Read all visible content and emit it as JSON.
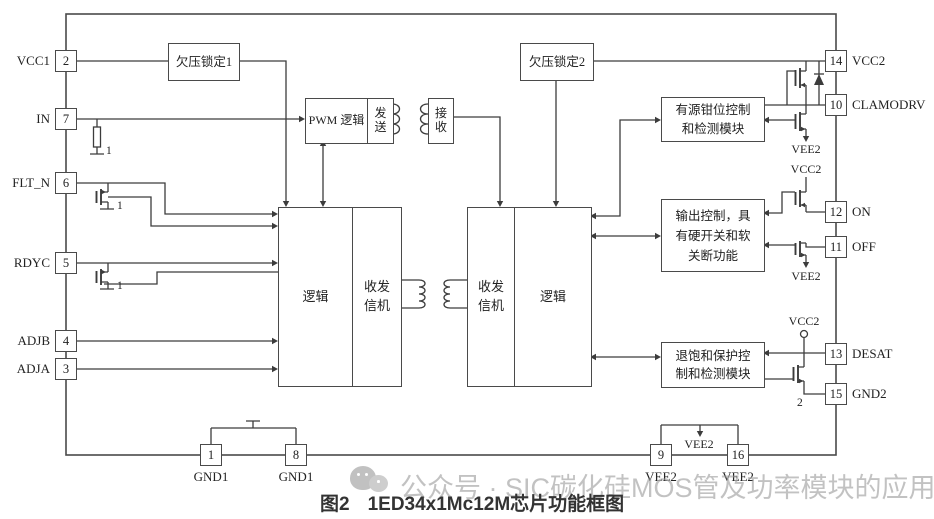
{
  "figure": {
    "caption_prefix": "图2",
    "caption_title": "1ED34x1Mc12M芯片功能框图",
    "watermark": "公众号 · SIC碳化硅MOS管及功率模块的应用"
  },
  "blocks": {
    "uvlo1": "欠压锁定1",
    "uvlo2": "欠压锁定2",
    "pwm": "PWM 逻辑",
    "transmit": "发\n送",
    "receive": "接\n收",
    "left_logic": "逻辑",
    "left_txrx": "收发\n信机",
    "right_txrx": "收发\n信机",
    "right_logic": "逻辑",
    "clamp": "有源钳位控制\n和检测模块",
    "output": "输出控制，具\n有硬开关和软\n关断功能",
    "desat": "退饱和保护控\n制和检测模块"
  },
  "pins": {
    "left": [
      {
        "num": "2",
        "label": "VCC1"
      },
      {
        "num": "7",
        "label": "IN"
      },
      {
        "num": "6",
        "label": "FLT_N"
      },
      {
        "num": "5",
        "label": "RDYC"
      },
      {
        "num": "4",
        "label": "ADJB"
      },
      {
        "num": "3",
        "label": "ADJA"
      }
    ],
    "right": [
      {
        "num": "14",
        "label": "VCC2"
      },
      {
        "num": "10",
        "label": "CLAMODRV"
      },
      {
        "num": "12",
        "label": "ON"
      },
      {
        "num": "11",
        "label": "OFF"
      },
      {
        "num": "13",
        "label": "DESAT"
      },
      {
        "num": "15",
        "label": "GND2"
      }
    ],
    "bottom": [
      {
        "num": "1",
        "label": "GND1"
      },
      {
        "num": "8",
        "label": "GND1"
      },
      {
        "num": "9",
        "label": "VEE2"
      },
      {
        "num": "16",
        "label": "VEE2"
      }
    ]
  },
  "net_labels": {
    "clamp_vee2": "VEE2",
    "on_vcc2": "VCC2",
    "off_vee2": "VEE2",
    "desat_vcc2": "VCC2",
    "desat_gnd_ref": "2",
    "in_pulldown_ref": "1",
    "fltn_gnd_ref": "1",
    "rdyc_gnd_ref": "1",
    "vee2_bridge": "VEE2"
  },
  "colors": {
    "line": "#3c3c3c",
    "caption": "#333333",
    "watermark": "#9e9e9e"
  }
}
